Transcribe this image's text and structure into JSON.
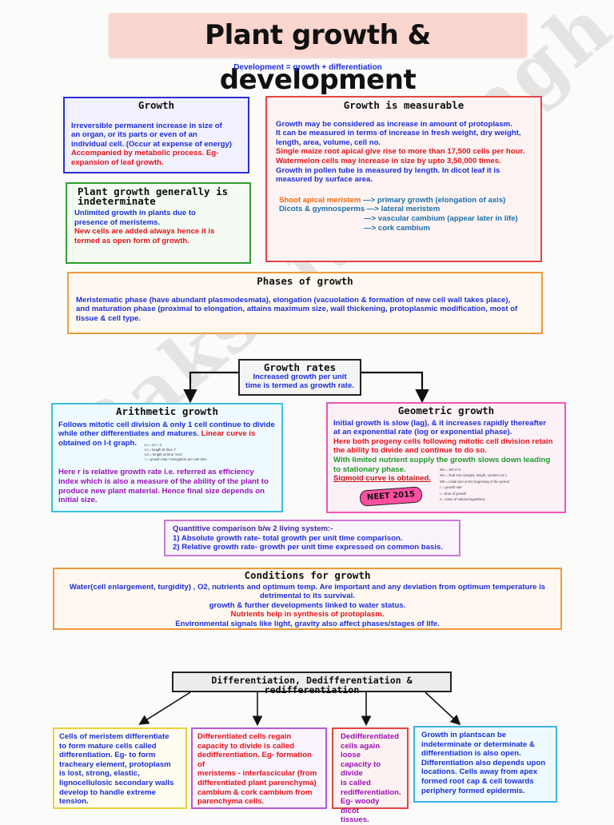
{
  "title": "Plant growth & development",
  "subtitle": "Development = growth + differentiation",
  "watermark": "Rakshita Singh",
  "growth": {
    "heading": "Growth",
    "lines_blue": [
      "Irreversible permanent increase in size of",
      "an organ, or its parts or even of an",
      "individual cell. (Occur at expense of energy)"
    ],
    "lines_red": [
      "Accompanied by metabolic process. Eg-",
      "expansion of leaf growth."
    ]
  },
  "measurable": {
    "heading": "Growth is measurable",
    "lines_blue": [
      "Growth may be considered as increase in amount of protoplasm.",
      "It can be measured in terms of increase in fresh weight, dry weight,",
      "length, area, volume, cell no."
    ],
    "lines_red": [
      "Single maize root apical give rise to more than 17,500 cells per hour.",
      "Watermelon cells may increase in size by upto 3,50,000 times."
    ],
    "lines_blue2": [
      "Growth in pollen tube is measured by length. In dicot leaf it is",
      "measured by surface area."
    ],
    "meristem_line": "Shoot apical meristem",
    "meristem_arrow": "—> primary growth (elongation of axis)",
    "dicot_line": "Dicots & gymnosperms —> lateral meristem",
    "vascular_line": "—> vascular cambium (appear later in life)",
    "cork_line": "—> cork cambium"
  },
  "indeterminate": {
    "heading_1": "Plant growth generally is",
    "heading_2": "indeterminate",
    "lines_blue": [
      "Unlimited growth in plants due to",
      "presence of meristems."
    ],
    "lines_red": [
      "New cells are added always hence it is",
      "termed as open form of growth."
    ]
  },
  "phases": {
    "heading": "Phases of growth",
    "lines": [
      "Meristematic phase (have abundant plasmodesmata), elongation (vacuolation & formation of new cell wall takes place),",
      "and maturation phase (proximal to elongation, attains maximum size, wall thickening, protoplasmic modification, most of",
      "tissue & cell type."
    ]
  },
  "rates": {
    "heading": "Growth rates",
    "lines": [
      "Increased growth per unit",
      "time is termed as growth rate."
    ]
  },
  "arithmetic": {
    "heading": "Arithmetic growth",
    "lines_blue": [
      "Follows mitotic cell division  & only 1 cell continue to divide",
      "while other differentiates and matures."
    ],
    "red_inline": "Linear curve is",
    "line3_blue": "obtained on l-t graph.",
    "formula": [
      "Lt = L0 + rt",
      "Lt = length at time 't'",
      "L0 = length at time 'zero'",
      "r = growth rate / elongation per unit time"
    ],
    "lines_purple": [
      "Here r is relative growth rate i.e. referred as efficiency",
      "index which is also a measure of the ability of the plant to",
      "produce new plant material. Hence final size depends on",
      "initial size."
    ]
  },
  "geometric": {
    "heading": "Geometric growth",
    "lines_blue": [
      "Initial growth is slow (lag), & it increases rapidly thereafter",
      "at an exponential rate (log or exponential phase)."
    ],
    "lines_red": [
      "Here both progeny cells following mitotic cell division retain",
      "the ability to divide and continue to do so."
    ],
    "lines_green": [
      "With limited nutrient supply the growth slows down leading",
      "to stationary phase."
    ],
    "sigmoid": "Sigmoid curve is obtained.",
    "neet": "NEET 2015",
    "formula": [
      "W1 = W0 e^rt",
      "W1 = final size (weight, height, number etc.)",
      "W0 = initial size at the beginning of the period",
      "r = growth rate",
      "t = time of growth",
      "e = base of natural logarithms"
    ]
  },
  "comparison": {
    "line1": "Quantitive comparison b/w 2 living system:-",
    "line2": "1) Absolute growth rate- total growth per unit time comparison.",
    "line3": "2) Relative growth rate- growth per unit time expressed on common basis."
  },
  "conditions": {
    "heading": "Conditions for growth",
    "line1": "Water(cell enlargement, turgidity) , O2, nutrients and optimum temp. Are important and any deviation from optimum temperature is",
    "line2": "detrimental to its survival.",
    "line3": "growth & further developments linked to water status.",
    "line4": "Nutrients help in synthesis of protoplasm.",
    "line5": "Environmental signals like light, gravity also affect phases/stages of life."
  },
  "diff_heading": "Differentiation, Dedifferentiation & redifferentiation",
  "diff_boxes": [
    [
      "Cells of meristem differentiate",
      "to form mature cells called",
      "differentiation. Eg- to form",
      "tracheary element, protoplasm",
      "is lost, strong, elastic,",
      "lignocellulosic secondary walls",
      "develop to handle extreme",
      "tension."
    ],
    [
      "Differentiated cells regain",
      "capacity to divide is called",
      "dedifferentiation. Eg- formation of",
      "meristems - interfascicular (from",
      "differentiated plant parenchyma)",
      "cambium & cork cambium from",
      "parenchyma cells."
    ],
    [
      "Dedifferentiated",
      "cells again loose",
      "capacity to divide",
      "is called",
      "redifferentiation.",
      "Eg- woody dicot",
      "tissues."
    ],
    [
      "Growth in plantscan be",
      "indeterminate or determinate &",
      "differentiation is also open.",
      "Differentiation also depends upon",
      "locations. Cells away from apex",
      "formed root cap & cell towards",
      "periphery formed epidermis."
    ]
  ]
}
